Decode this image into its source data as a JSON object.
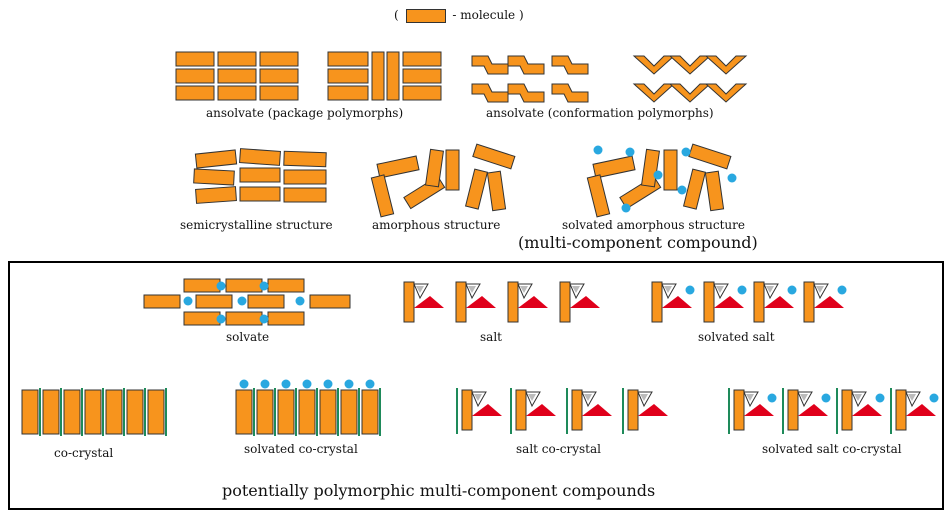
{
  "colors": {
    "molecule": "#f7941d",
    "outline": "#333333",
    "solvent": "#29a8e0",
    "counterion": "#e0001b",
    "coformer": "#1e8a5a"
  },
  "legend": {
    "open": "(",
    "text": "- molecule )"
  },
  "labels": {
    "ansolvate_package": "ansolvate (package polymorphs)",
    "ansolvate_conformation": "ansolvate (conformation polymorphs)",
    "semicrystalline": "semicrystalline structure",
    "amorphous": "amorphous structure",
    "solvated_amorphous": "solvated amorphous structure",
    "multi_component": "(multi-component compound)",
    "solvate": "solvate",
    "salt": "salt",
    "solvated_salt": "solvated salt",
    "cocrystal": "co-crystal",
    "solvated_cocrystal": "solvated co-crystal",
    "salt_cocrystal": "salt co-crystal",
    "solvated_salt_cocrystal": "solvated salt co-crystal",
    "potentially_polymorphic": "potentially polymorphic multi-component compounds"
  }
}
